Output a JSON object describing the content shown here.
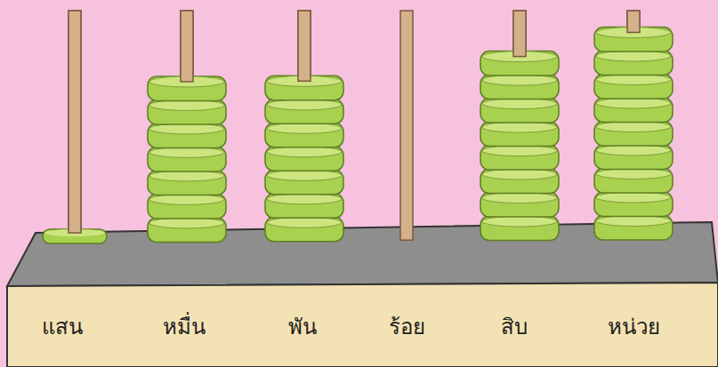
{
  "diagram": {
    "labels": [
      "แสน",
      "หมื่น",
      "พัน",
      "ร้อย",
      "สิบ",
      "หน่วย"
    ]
  }
}
